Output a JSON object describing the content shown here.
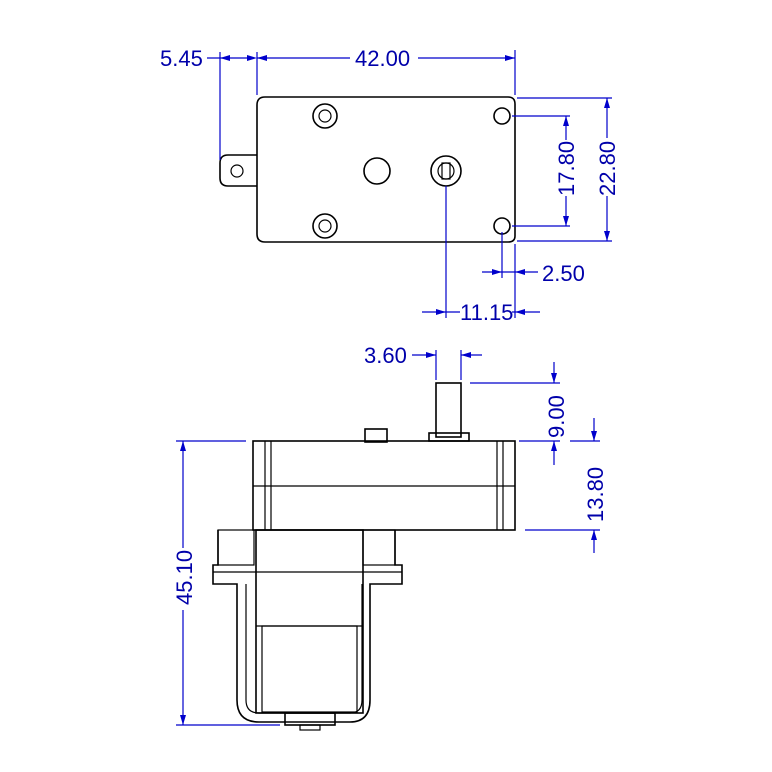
{
  "colors": {
    "line": "#000000",
    "dimension": "#0000cc",
    "dimension_text": "#0000aa",
    "background": "#ffffff"
  },
  "top_view": {
    "dims": {
      "flange_offset": "5.45",
      "body_length": "42.00",
      "hole_spacing": "17.80",
      "body_width": "22.80",
      "hole_edge_offset": "2.50",
      "shaft_to_hole": "11.15"
    }
  },
  "side_view": {
    "dims": {
      "shaft_diameter": "3.60",
      "shaft_length": "9.00",
      "gearbox_height": "13.80",
      "total_height": "45.10"
    }
  }
}
